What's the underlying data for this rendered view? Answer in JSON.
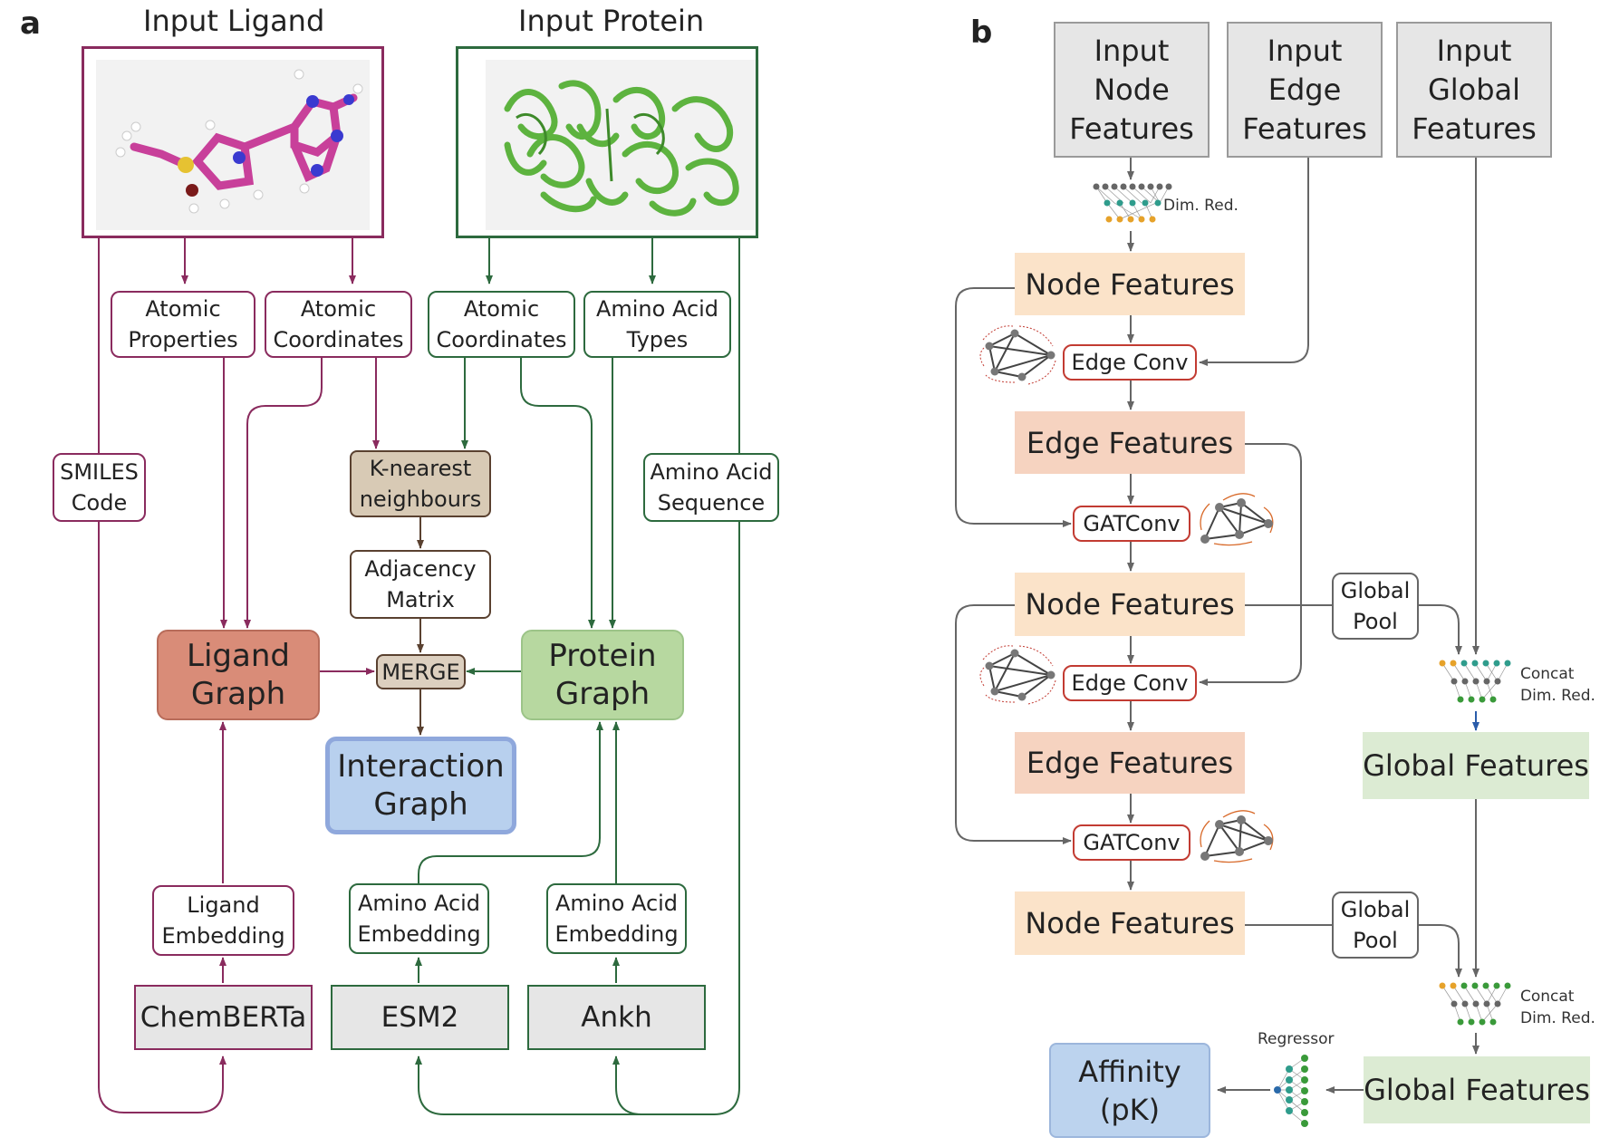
{
  "panel_a": {
    "letter": "a",
    "input_ligand_title": "Input Ligand",
    "input_protein_title": "Input Protein",
    "atomic_properties": "Atomic\nProperties",
    "ligand_atomic_coordinates": "Atomic\nCoordinates",
    "protein_atomic_coordinates": "Atomic\nCoordinates",
    "amino_acid_types": "Amino Acid\nTypes",
    "smiles_code": "SMILES\nCode",
    "amino_acid_sequence": "Amino Acid\nSequence",
    "k_nearest": "K-nearest\nneighbours",
    "adjacency_matrix": "Adjacency\nMatrix",
    "merge": "MERGE",
    "ligand_graph": "Ligand\nGraph",
    "protein_graph": "Protein\nGraph",
    "interaction_graph": "Interaction\nGraph",
    "ligand_embedding": "Ligand\nEmbedding",
    "amino_acid_embedding_1": "Amino Acid\nEmbedding",
    "amino_acid_embedding_2": "Amino Acid\nEmbedding",
    "chemberta": "ChemBERTa",
    "esm2": "ESM2",
    "ankh": "Ankh"
  },
  "panel_b": {
    "letter": "b",
    "input_node": "Input\nNode\nFeatures",
    "input_edge": "Input\nEdge\nFeatures",
    "input_global": "Input\nGlobal\nFeatures",
    "dim_red": "Dim. Red.",
    "node_features_1": "Node Features",
    "edge_conv_1": "Edge Conv",
    "edge_features_1": "Edge Features",
    "gatconv_1": "GATConv",
    "node_features_2": "Node Features",
    "global_pool_1": "Global\nPool",
    "concat_dim_red_1": "Concat\nDim. Red.",
    "edge_conv_2": "Edge Conv",
    "edge_features_2": "Edge Features",
    "global_features_1": "Global Features",
    "gatconv_2": "GATConv",
    "node_features_3": "Node Features",
    "global_pool_2": "Global\nPool",
    "concat_dim_red_2": "Concat\nDim. Red.",
    "regressor": "Regressor",
    "affinity": "Affinity\n(pK)",
    "global_features_2": "Global Features"
  },
  "colors": {
    "ligand": "#8a2b5e",
    "protein": "#2d6a3e",
    "brown": "#5a4130",
    "ligand_graph_fill": "#d98c78",
    "protein_graph_fill": "#b7d8a0",
    "interaction_fill": "#b8d0ee",
    "interaction_border": "#8fa8dc",
    "merge_fill": "#dccfbf",
    "knn_fill": "#d8cab5",
    "node_features": "#fbe3c9",
    "edge_features": "#f6d3c0",
    "global_features": "#dcebd3",
    "affinity": "#bcd3ee",
    "conv_border": "#c23b32"
  }
}
